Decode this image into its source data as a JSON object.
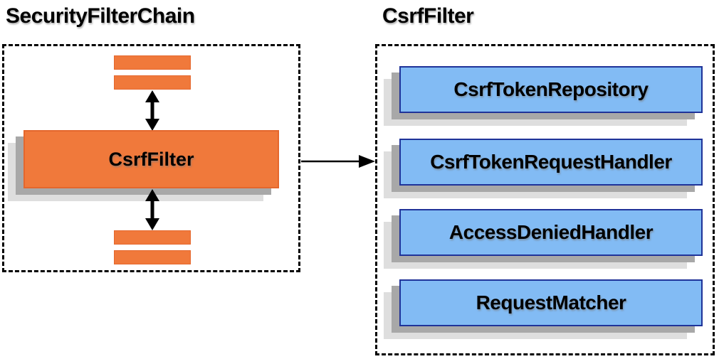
{
  "diagram": {
    "left_panel": {
      "title": "SecurityFilterChain",
      "filter_box": {
        "label": "CsrfFilter"
      },
      "placeholder_bars": {
        "top_count": 2,
        "bottom_count": 2
      }
    },
    "right_panel": {
      "title": "CsrfFilter",
      "components": [
        {
          "label": "CsrfTokenRepository"
        },
        {
          "label": "CsrfTokenRequestHandler"
        },
        {
          "label": "AccessDeniedHandler"
        },
        {
          "label": "RequestMatcher"
        }
      ]
    },
    "connections": {
      "vertical_double_arrow_count": 2,
      "horizontal_arrow_count": 1
    },
    "colors": {
      "orange_fill": "#F0793B",
      "orange_border": "#E4672D",
      "blue_fill": "#82BBF4",
      "blue_border": "#1F3399",
      "shadow_near": "#A8A8A8",
      "shadow_far": "#DEDEDE",
      "arrow": "#000000",
      "text": "#000000",
      "background": "#FFFFFF"
    }
  }
}
